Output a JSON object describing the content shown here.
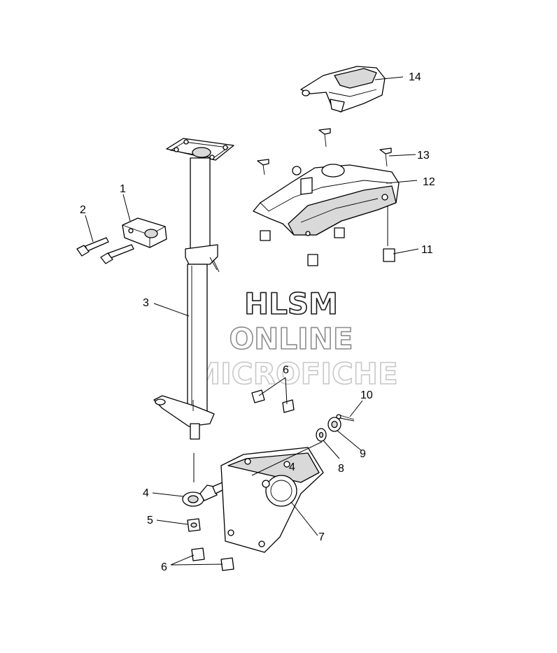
{
  "watermark": {
    "line1": "HLSM",
    "line2": "ONLINE",
    "line3": "MICROFICHE",
    "color_line1": "#1a1a1a",
    "color_line2": "#8c8c8c",
    "color_line3": "#c8c8c8"
  },
  "callouts": {
    "c1": "1",
    "c2": "2",
    "c3": "3",
    "c4a": "4",
    "c4b": "4",
    "c5": "5",
    "c6a": "6",
    "c6b": "6",
    "c7": "7",
    "c8": "8",
    "c9": "9",
    "c10": "10",
    "c11": "11",
    "c12": "12",
    "c13": "13",
    "c14": "14"
  }
}
